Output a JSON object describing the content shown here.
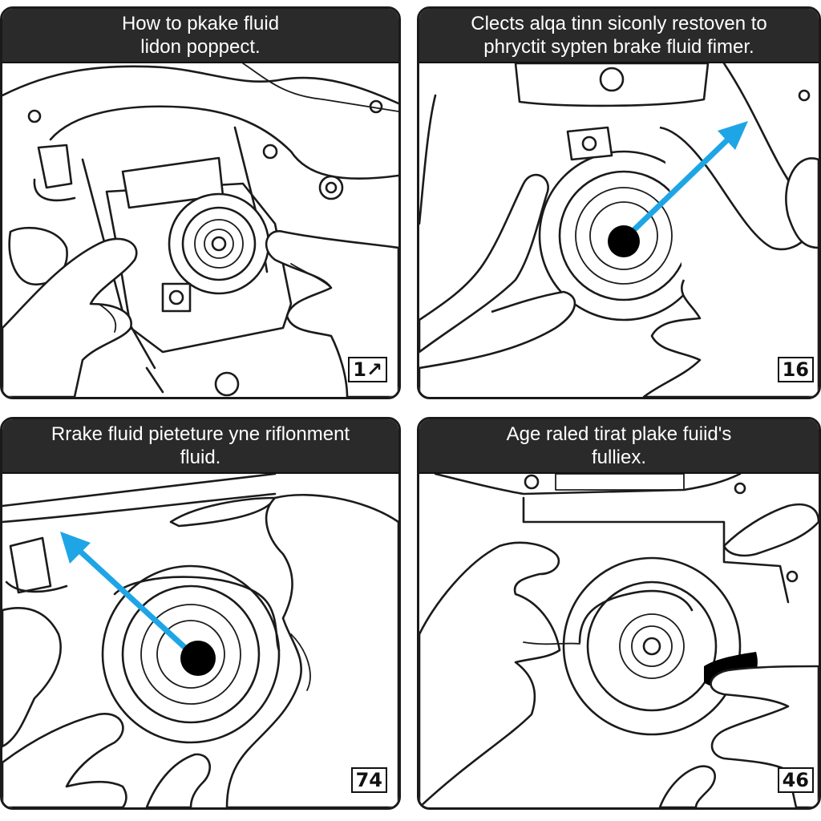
{
  "panels": [
    {
      "caption_line1": "How to pkake fluid",
      "caption_line2": "lidon poppect.",
      "badge": "1↗"
    },
    {
      "caption_line1": "Clects alqa tinn siconly restoven to",
      "caption_line2": "phryctit sypten brake fluid fimer.",
      "badge": "16"
    },
    {
      "caption_line1": "Rrake fluid pieteturе yne riflonment",
      "caption_line2": "fluid.",
      "badge": "74"
    },
    {
      "caption_line1": "Age raled tirat plake fuiid's",
      "caption_line2": "fulliex.",
      "badge": "46"
    }
  ],
  "colors": {
    "arrow": "#1ea5e6",
    "caption_bg": "#2a2a2a",
    "caption_text": "#ffffff",
    "ink": "#1b1b1b"
  },
  "icons": [
    "arrow-icon",
    "dot-icon"
  ]
}
